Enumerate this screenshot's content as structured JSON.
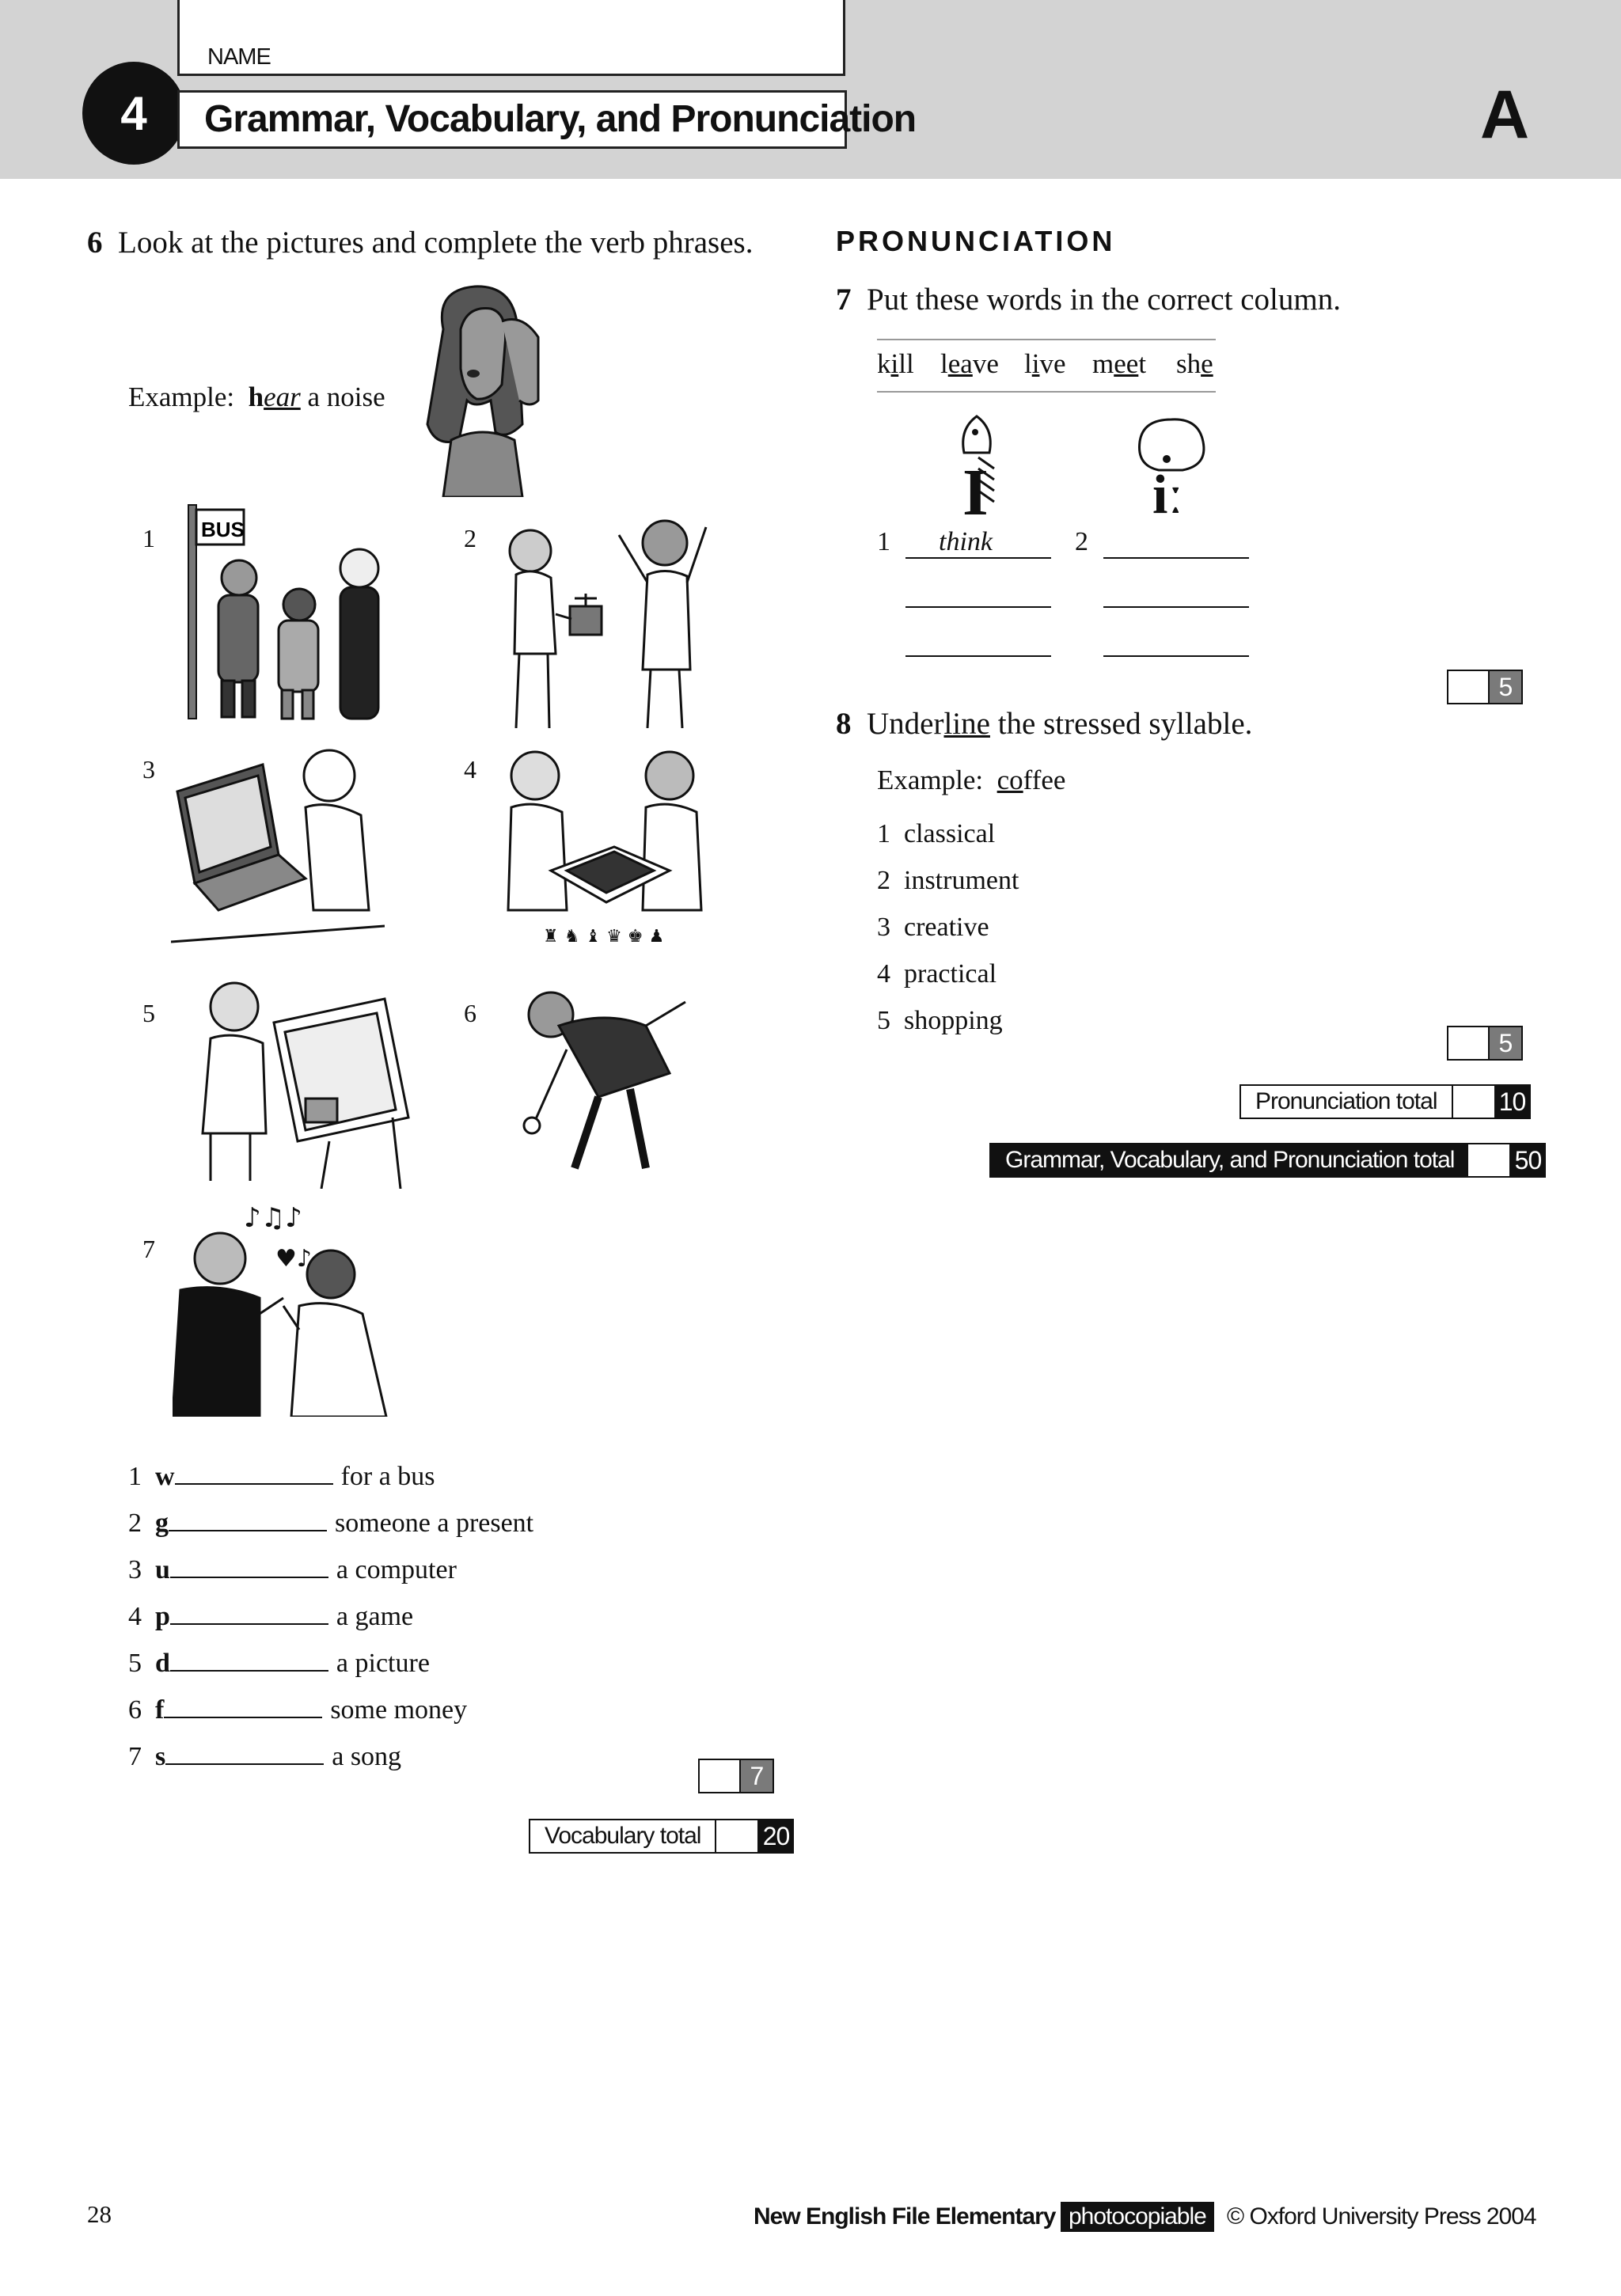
{
  "header": {
    "name_label": "NAME",
    "unit_number": "4",
    "title": "Grammar, Vocabulary, and Pronunciation",
    "version": "A"
  },
  "q6": {
    "number": "6",
    "instruction": "Look at the pictures and complete the verb phrases.",
    "example_label": "Example:",
    "example_first_letter": "h",
    "example_rest": "ear",
    "example_object": "a noise",
    "picture_numbers": [
      "1",
      "2",
      "3",
      "4",
      "5",
      "6",
      "7"
    ],
    "items": [
      {
        "n": "1",
        "letter": "w",
        "rest": "for a bus"
      },
      {
        "n": "2",
        "letter": "g",
        "rest": "someone a present"
      },
      {
        "n": "3",
        "letter": "u",
        "rest": "a computer"
      },
      {
        "n": "4",
        "letter": "p",
        "rest": "a game"
      },
      {
        "n": "5",
        "letter": "d",
        "rest": "a picture"
      },
      {
        "n": "6",
        "letter": "f",
        "rest": "some money"
      },
      {
        "n": "7",
        "letter": "s",
        "rest": "a song"
      }
    ],
    "score": "7",
    "bus_sign": "BUS"
  },
  "vocabulary_total": {
    "label": "Vocabulary total",
    "value": "20"
  },
  "pronunciation": {
    "heading": "PRONUNCIATION",
    "q7": {
      "number": "7",
      "instruction": "Put these words in the correct column.",
      "words": [
        {
          "pre": "k",
          "u": "i",
          "post": "ll"
        },
        {
          "pre": "l",
          "u": "ea",
          "post": "ve"
        },
        {
          "pre": "l",
          "u": "i",
          "post": "ve"
        },
        {
          "pre": "m",
          "u": "ee",
          "post": "t"
        },
        {
          "pre": "sh",
          "u": "e",
          "post": ""
        }
      ],
      "col1_num": "1",
      "col1_example": "think",
      "col2_num": "2",
      "symbol_short": "I",
      "symbol_long": "iː",
      "score": "5"
    },
    "q8": {
      "number": "8",
      "instruction_pre": "Under",
      "instruction_u": "line",
      "instruction_post": " the stressed syllable.",
      "example_label": "Example:",
      "example_u": "co",
      "example_rest": "ffee",
      "items": [
        {
          "n": "1",
          "word": "classical"
        },
        {
          "n": "2",
          "word": "instrument"
        },
        {
          "n": "3",
          "word": "creative"
        },
        {
          "n": "4",
          "word": "practical"
        },
        {
          "n": "5",
          "word": "shopping"
        }
      ],
      "score": "5"
    }
  },
  "pronunciation_total": {
    "label": "Pronunciation total",
    "value": "10"
  },
  "grand_total": {
    "label": "Grammar, Vocabulary, and Pronunciation total",
    "value": "50"
  },
  "footer": {
    "page_number": "28",
    "book": "New English File  Elementary",
    "photocopiable": "photocopiable",
    "copyright": "© Oxford University Press 2004"
  }
}
